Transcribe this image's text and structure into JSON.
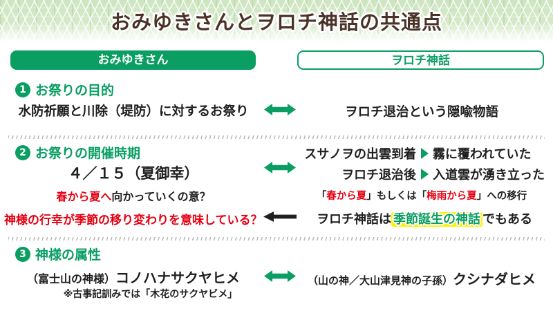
{
  "colors": {
    "accent_green": "#0a9e63",
    "title_brown": "#4a3226",
    "alert_red": "#e50012",
    "highlight_yellow": "#fff100",
    "banner_light_green": "#d5e9ca",
    "hatch_gray": "#b9b9b9",
    "text_black": "#1f1f1f"
  },
  "banner": {
    "title": "おみゆきさんとヲロチ神話の共通点"
  },
  "columns": {
    "left": "おみゆきさん",
    "right": "ヲロチ神話"
  },
  "section1": {
    "number": "1",
    "heading": "お祭りの目的",
    "left": "水防祈願と川除（堤防）に対するお祭り",
    "right": "ヲロチ退治という隠喩物語"
  },
  "section2": {
    "number": "2",
    "heading": "お祭りの開催時期",
    "left_date": "４／１５（夏御幸）",
    "right_line1": {
      "before": "スサノヲの出雲到着",
      "after": "霧に覆われていた"
    },
    "right_line2": {
      "before": "ヲロチ退治後",
      "after": "入道雲が湧き立った"
    },
    "left_note": {
      "red": "春から夏へ",
      "black": "向かっていくの意？"
    },
    "right_note": {
      "b1": "「",
      "r1": "春から夏",
      "b2": "」もしくは「",
      "r2": "梅雨から夏",
      "b3": "」への移行"
    },
    "left_question": "神様の行幸が季節の移り変わりを意味している？",
    "right_answer": {
      "before": "ヲロチ神話は",
      "highlight": "季節誕生の神話",
      "after": "でもある"
    }
  },
  "section3": {
    "number": "3",
    "heading": "神様の属性",
    "left_paren": "（富士山の神様）",
    "left_name": "コノハナサクヤヒメ",
    "left_note": "※古事記訓みでは「木花のサクヤビメ」",
    "right_paren": "（山の神／大山津見神の子孫）",
    "right_name": "クシナダヒメ"
  }
}
